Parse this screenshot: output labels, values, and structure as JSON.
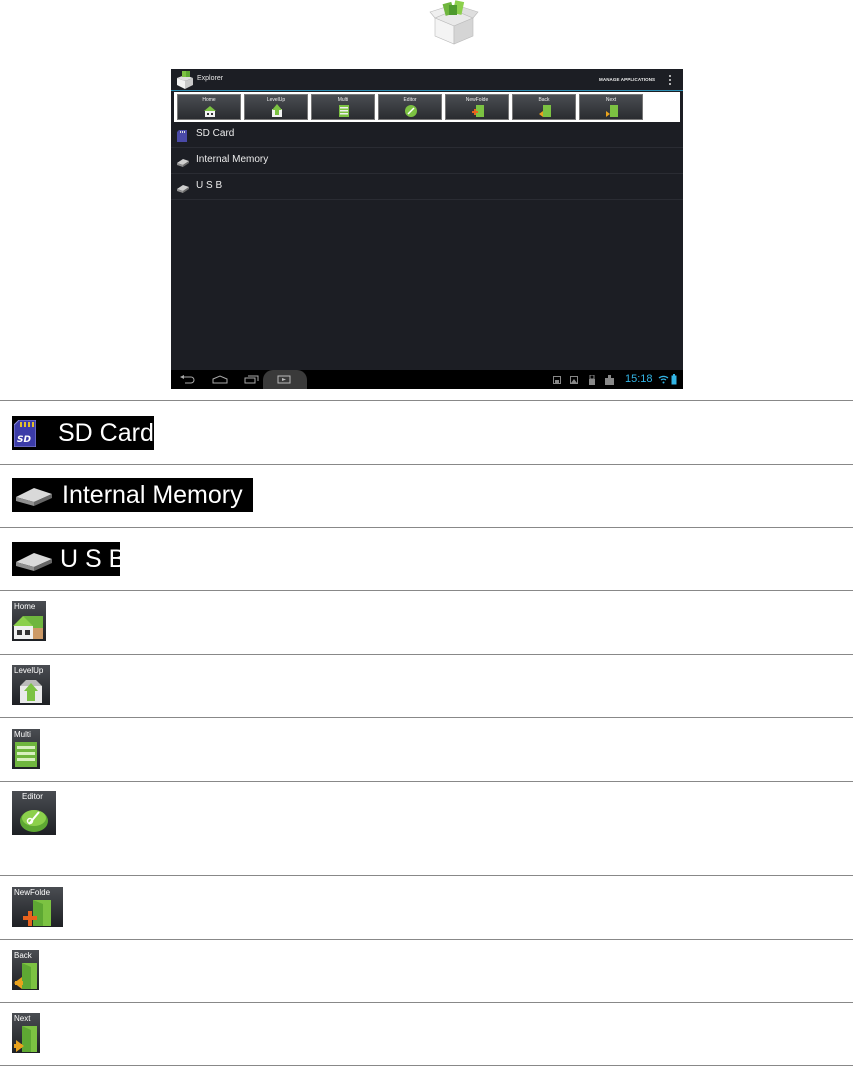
{
  "app": {
    "title": "Explorer",
    "manage_label": "MANAGE APPLICATIONS"
  },
  "toolbar": {
    "buttons": [
      {
        "label": "Home",
        "icon": "home-icon"
      },
      {
        "label": "LevelUp",
        "icon": "levelup-icon"
      },
      {
        "label": "Multi",
        "icon": "multi-icon"
      },
      {
        "label": "Editor",
        "icon": "editor-icon"
      },
      {
        "label": "NewFolde",
        "icon": "new-folder-icon"
      },
      {
        "label": "Back",
        "icon": "back-icon"
      },
      {
        "label": "Next",
        "icon": "next-icon"
      }
    ]
  },
  "storage": {
    "items": [
      {
        "label": "SD Card",
        "icon": "sd-card-icon"
      },
      {
        "label": "Internal Memory",
        "icon": "drive-icon"
      },
      {
        "label": "U S B",
        "icon": "drive-icon"
      }
    ]
  },
  "status": {
    "time": "15:18"
  },
  "legend": {
    "storage": [
      "SD Card",
      "Internal Memory",
      "U S B"
    ],
    "buttons": [
      "Home",
      "LevelUp",
      "Multi",
      "Editor",
      "NewFolde",
      "Back",
      "Next"
    ]
  },
  "colors": {
    "accent": "#33b5e5",
    "screen_bg": "#1c1e24",
    "icon_green": "#7cc242"
  }
}
